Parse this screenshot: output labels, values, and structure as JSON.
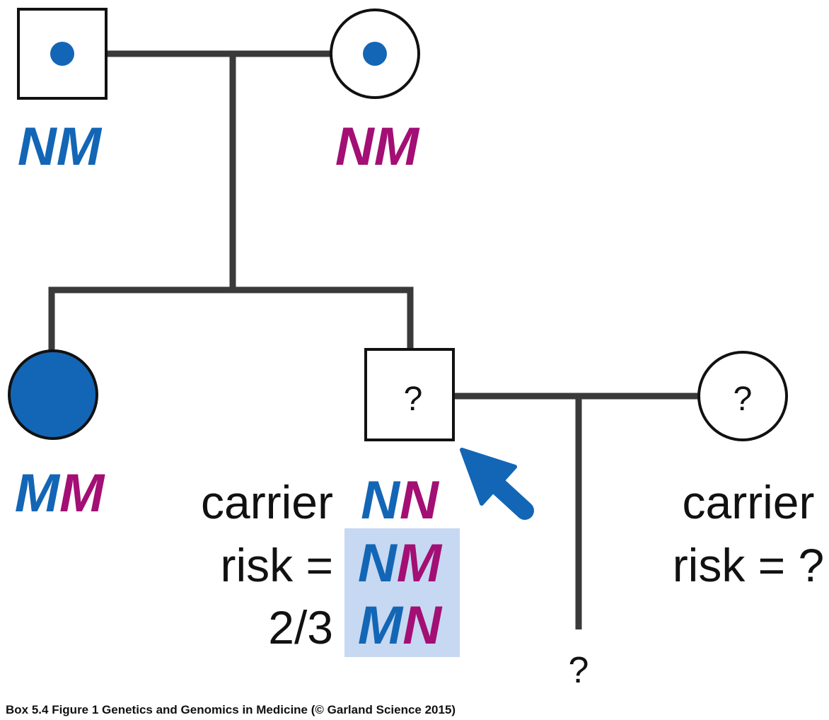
{
  "colors": {
    "line": "#3a3a3a",
    "blue": "#1366b5",
    "magenta": "#a30f74",
    "highlight": "#c7d8f2",
    "ink": "#111111"
  },
  "pedigree": {
    "father": {
      "sex": "male",
      "status": "carrier",
      "alleles": [
        "N",
        "M"
      ]
    },
    "mother": {
      "sex": "female",
      "status": "carrier",
      "alleles": [
        "N",
        "M"
      ]
    },
    "sister": {
      "sex": "female",
      "status": "affected",
      "alleles": [
        "M",
        "M"
      ]
    },
    "proband": {
      "sex": "male",
      "status": "unknown",
      "symbol_text": "?",
      "alleles": [
        "N",
        "N"
      ]
    },
    "partner": {
      "sex": "female",
      "status": "unknown",
      "symbol_text": "?"
    },
    "child": {
      "label": "?"
    }
  },
  "risk_left": {
    "line1": "carrier",
    "line2": "risk =",
    "line3": "2/3",
    "genotypes": [
      {
        "alleles": [
          "N",
          "M"
        ]
      },
      {
        "alleles": [
          "M",
          "N"
        ]
      }
    ]
  },
  "risk_right": {
    "line1": "carrier",
    "line2": "risk = ?"
  },
  "caption": "Box 5.4 Figure 1  Genetics and Genomics in Medicine (© Garland Science 2015)"
}
